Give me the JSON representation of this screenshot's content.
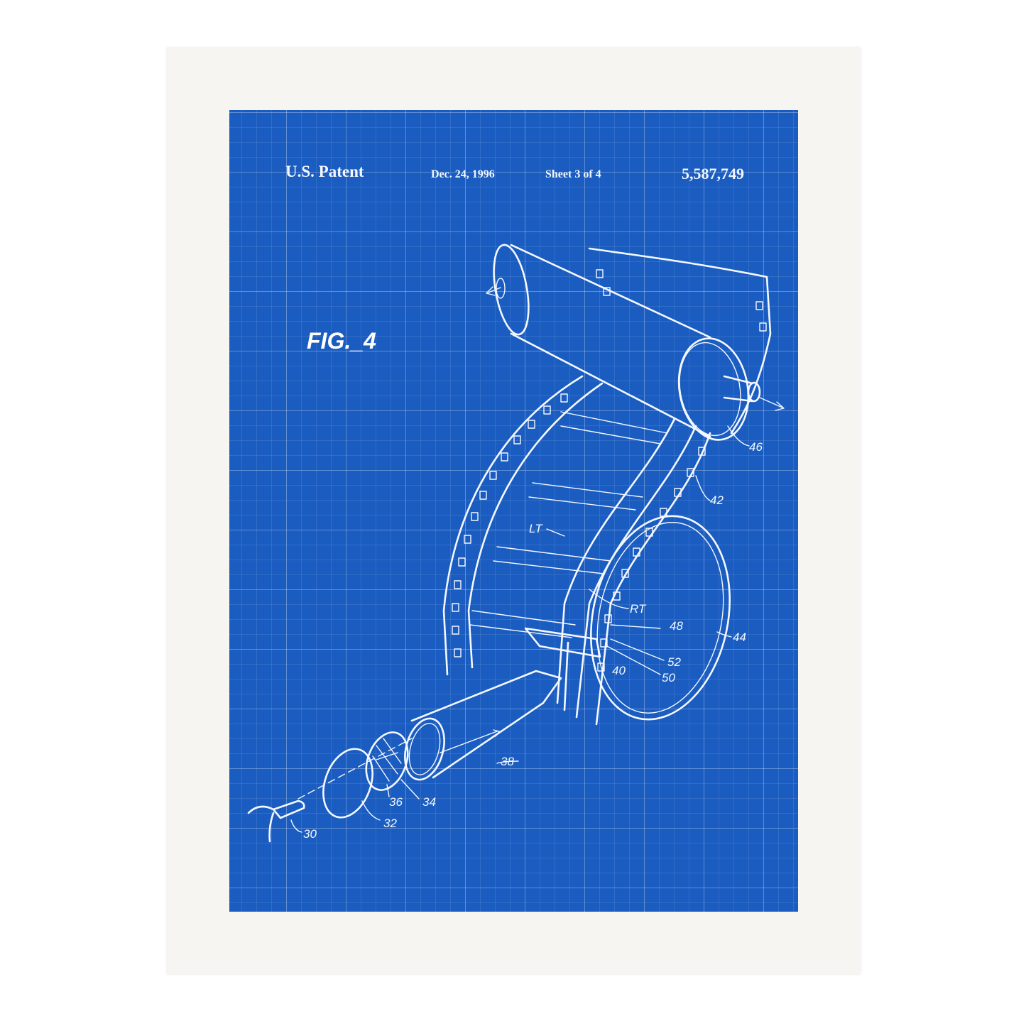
{
  "header": {
    "left": "U.S. Patent",
    "date": "Dec. 24, 1996",
    "sheet": "Sheet 3 of 4",
    "number": "5,587,749"
  },
  "figure": {
    "title": "FIG._4",
    "labels": {
      "l46": "46",
      "l42": "42",
      "lLT": "LT",
      "lRT": "RT",
      "l48": "48",
      "l44": "44",
      "l52": "52",
      "l50": "50",
      "l40": "40",
      "l38": "38",
      "l36": "36",
      "l34": "34",
      "l32": "32",
      "l30": "30"
    }
  },
  "colors": {
    "blueprint": "#1a5cc0",
    "frame": "#f6f5f2",
    "ink": "#f4f8ff"
  }
}
